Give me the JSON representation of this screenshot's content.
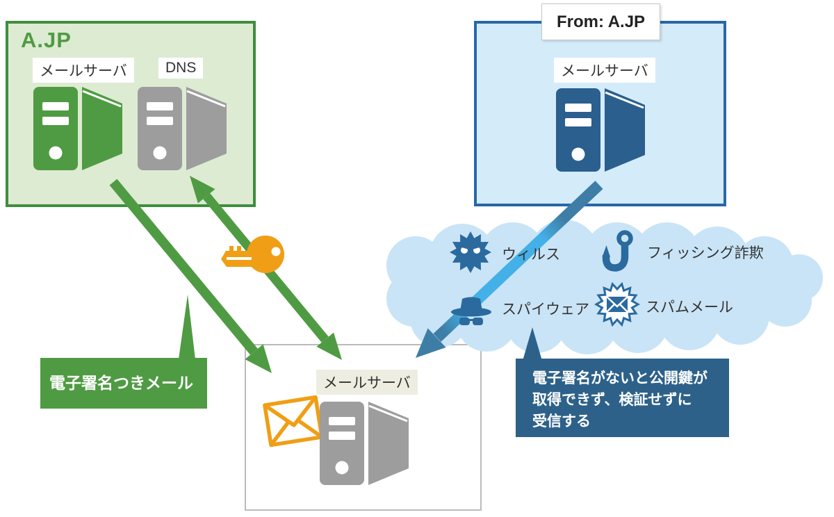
{
  "colors": {
    "green-dark": "#3f8e3f",
    "green-mid": "#4f9b43",
    "green-fill": "#ddebd2",
    "blue-border": "#2767a8",
    "blue-server": "#2a5f8e",
    "blue-fill": "#d4ebfa",
    "blue-callout": "#2d6189",
    "cloud": "#c9e4f6",
    "arrow-light-blue": "#44b0e8",
    "arrow-steel": "#3e7ea6",
    "threat-icon": "#2b6a9e",
    "orange": "#f09e15",
    "gray-server": "#9d9d9d",
    "receiver-border": "#bbbbbb",
    "label-bg-beige": "#eeede1"
  },
  "sender_domain": {
    "title": "A.JP",
    "mail_server_label": "メールサーバ",
    "dns_label": "DNS"
  },
  "spoofed_sender": {
    "from_label": "From: A.JP",
    "mail_server_label": "メールサーバ"
  },
  "receiver": {
    "mail_server_label": "メールサーバ"
  },
  "threats": [
    {
      "icon": "virus-icon",
      "label": "ウィルス"
    },
    {
      "icon": "phishing-hook-icon",
      "label": "フィッシング詐欺"
    },
    {
      "icon": "spyware-icon",
      "label": "スパイウェア"
    },
    {
      "icon": "spam-mail-icon",
      "label": "スパムメール"
    }
  ],
  "callouts": {
    "signed_mail": "電子署名つきメール",
    "no_signature_lines": [
      "電子署名がないと公開鍵が",
      "取得できず、検証せずに",
      "受信する"
    ]
  }
}
